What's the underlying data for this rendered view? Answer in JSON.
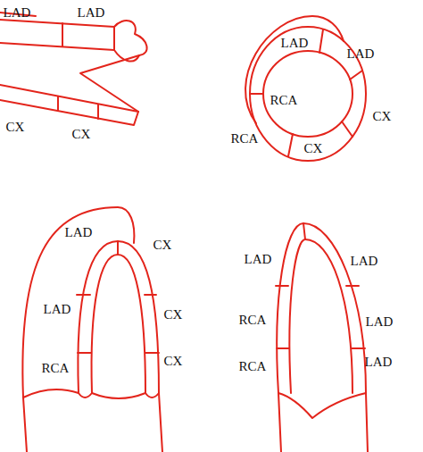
{
  "diagram": {
    "labels": [
      "LAD",
      "LAD",
      "CX",
      "CX",
      "LAD",
      "LAD",
      "RCA",
      "CX",
      "RCA",
      "CX",
      "LAD",
      "CX",
      "LAD",
      "CX",
      "RCA",
      "CX",
      "LAD",
      "LAD",
      "RCA",
      "LAD",
      "RCA",
      "LAD"
    ]
  }
}
